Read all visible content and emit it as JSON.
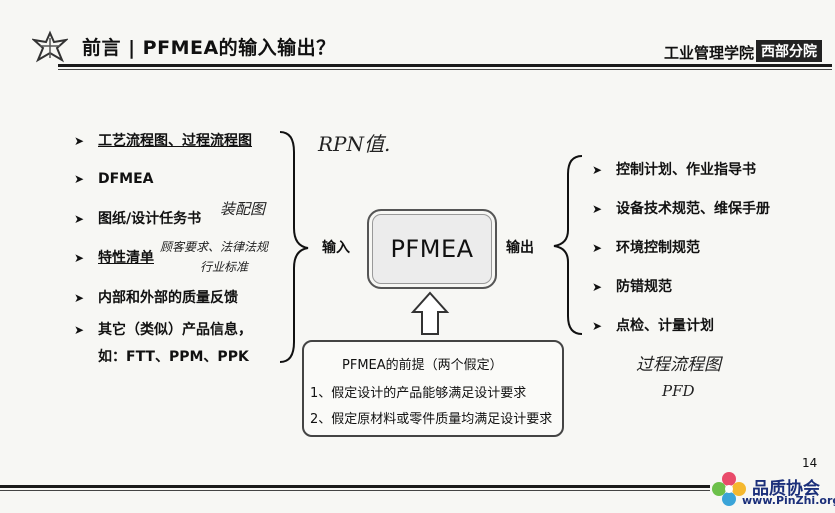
{
  "header": {
    "title": "前言 | PFMEA的输入输出？",
    "academy": "工业管理学院",
    "branch": "西部分院"
  },
  "inputs": [
    {
      "text": "工艺流程图、过程流程图"
    },
    {
      "text": "DFMEA"
    },
    {
      "text": "图纸/设计任务书"
    },
    {
      "text": "特性清单"
    },
    {
      "text": "内部和外部的质量反馈"
    },
    {
      "text": "其它（类似）产品信息，"
    },
    {
      "text": "如：FTT、PPM、PPK"
    }
  ],
  "center": {
    "label": "PFMEA",
    "input_label": "输入",
    "output_label": "输出"
  },
  "outputs": [
    {
      "text": "控制计划、作业指导书"
    },
    {
      "text": "设备技术规范、维保手册"
    },
    {
      "text": "环境控制规范"
    },
    {
      "text": "防错规范"
    },
    {
      "text": "点检、计量计划"
    }
  ],
  "premise": {
    "title": "PFMEA的前提（两个假定）",
    "items": [
      "1、假定设计的产品能够满足设计要求",
      "2、假定原材料或零件质量均满足设计要求"
    ]
  },
  "handwriting": {
    "rpn": "RPN值.",
    "assembly": "装配图",
    "chars_1": "顾客要求、法律法规",
    "chars_2": "行业标准",
    "flow_1": "过程流程图",
    "flow_2": "PFD"
  },
  "footer": {
    "page_number": "14",
    "watermark_name": "品质协会",
    "watermark_url": "www.PinZhi.org"
  }
}
